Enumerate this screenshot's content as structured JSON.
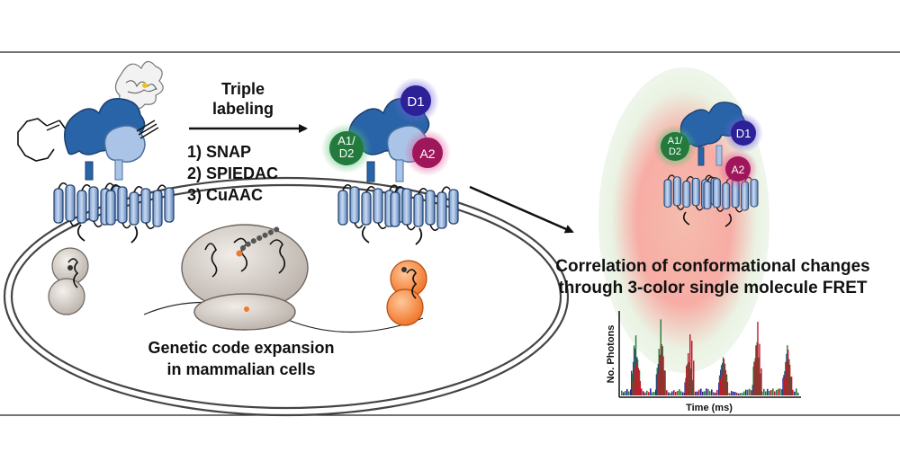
{
  "step_title_line1": "Triple",
  "step_title_line2": "labeling",
  "steps": [
    "1) SNAP",
    "2) SPIEDAC",
    "3) CuAAC"
  ],
  "cell_caption_line1": "Genetic code expansion",
  "cell_caption_line2": "in mammalian cells",
  "result_line1": "Correlation of conformational changes",
  "result_line2": "through 3-color single molecule FRET",
  "dyes": {
    "d1": "D1",
    "a1d2_top": "A1/",
    "a1d2_bottom": "D2",
    "a2": "A2"
  },
  "plot": {
    "ylabel": "No. Photons",
    "xlabel": "Time (ms)"
  },
  "colors": {
    "receptor_dark": "#2a64a8",
    "receptor_light": "#a9c4e6",
    "d1": "#2c2196",
    "a1d2": "#237a3c",
    "a2": "#a0165a",
    "orange": "#f07a2a"
  },
  "chart_data": {
    "type": "line",
    "title": "",
    "xlabel": "Time (ms)",
    "ylabel": "No. Photons",
    "grid": false,
    "legend": "none",
    "series_colors": [
      "#2c2196",
      "#237a3c",
      "#c0182a"
    ],
    "burst_positions": [
      0.08,
      0.22,
      0.38,
      0.57,
      0.76,
      0.93
    ],
    "burst_heights": {
      "blue": [
        0.75,
        0.6,
        0.45,
        0.5,
        0.4,
        0.55
      ],
      "green": [
        0.85,
        0.95,
        0.55,
        0.6,
        0.8,
        0.7
      ],
      "red": [
        0.5,
        0.8,
        1.0,
        0.45,
        0.95,
        0.6
      ]
    },
    "background_level": 0.06
  }
}
